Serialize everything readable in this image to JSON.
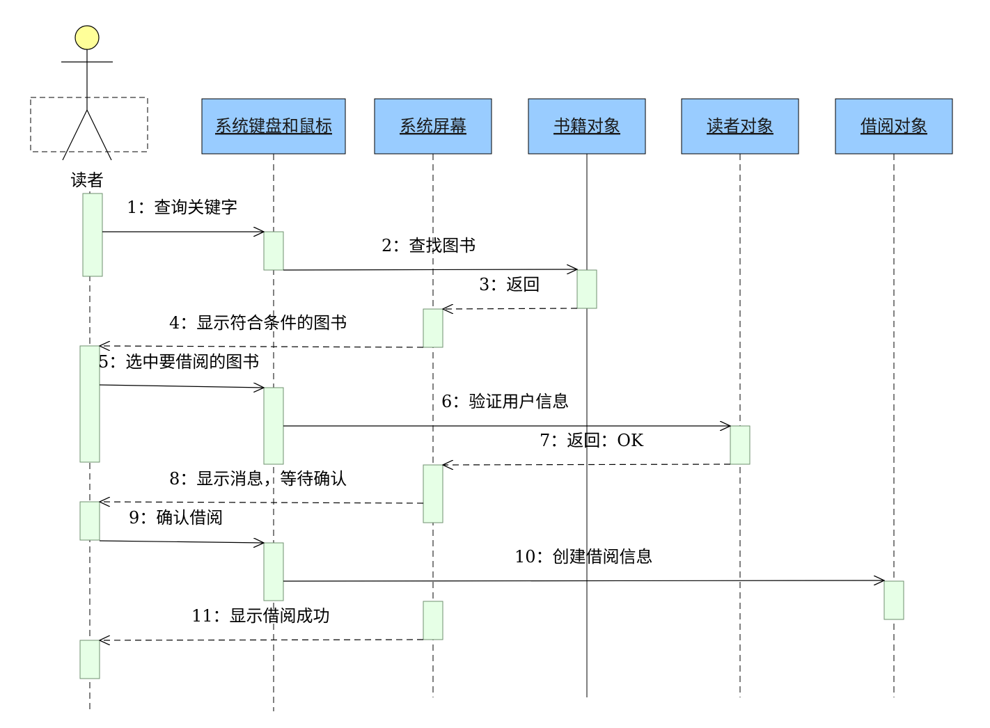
{
  "actor": {
    "label": "读者",
    "head_color": "#FFFF99"
  },
  "participants": [
    {
      "id": "keyboard",
      "label": "系统键盘和鼠标"
    },
    {
      "id": "screen",
      "label": "系统屏幕"
    },
    {
      "id": "book",
      "label": "书籍对象"
    },
    {
      "id": "reader",
      "label": "读者对象"
    },
    {
      "id": "borrow",
      "label": "借阅对象"
    }
  ],
  "colors": {
    "participant_fill": "#99CCFF",
    "activation_fill": "#E6FFE6",
    "activation_stroke": "#7A9E7A",
    "line": "#000000"
  },
  "messages": [
    {
      "id": "m1",
      "label": "1：查询关键字",
      "from": "actor",
      "to": "keyboard",
      "kind": "sync"
    },
    {
      "id": "m2",
      "label": "2：查找图书",
      "from": "keyboard",
      "to": "book",
      "kind": "sync"
    },
    {
      "id": "m3",
      "label": "3：返回",
      "from": "book",
      "to": "screen",
      "kind": "return"
    },
    {
      "id": "m4",
      "label": "4：显示符合条件的图书",
      "from": "screen",
      "to": "actor",
      "kind": "return"
    },
    {
      "id": "m5",
      "label": "5：选中要借阅的图书",
      "from": "actor",
      "to": "keyboard",
      "kind": "sync"
    },
    {
      "id": "m6",
      "label": "6：验证用户信息",
      "from": "keyboard",
      "to": "reader",
      "kind": "sync"
    },
    {
      "id": "m7",
      "label": "7：返回：OK",
      "from": "reader",
      "to": "screen",
      "kind": "return"
    },
    {
      "id": "m8",
      "label": "8：显示消息，等待确认",
      "from": "screen",
      "to": "actor",
      "kind": "return"
    },
    {
      "id": "m9",
      "label": "9：确认借阅",
      "from": "actor",
      "to": "keyboard",
      "kind": "sync"
    },
    {
      "id": "m10",
      "label": "10：创建借阅信息",
      "from": "keyboard",
      "to": "borrow",
      "kind": "sync"
    },
    {
      "id": "m11",
      "label": "11：显示借阅成功",
      "from": "screen",
      "to": "actor",
      "kind": "return"
    }
  ]
}
